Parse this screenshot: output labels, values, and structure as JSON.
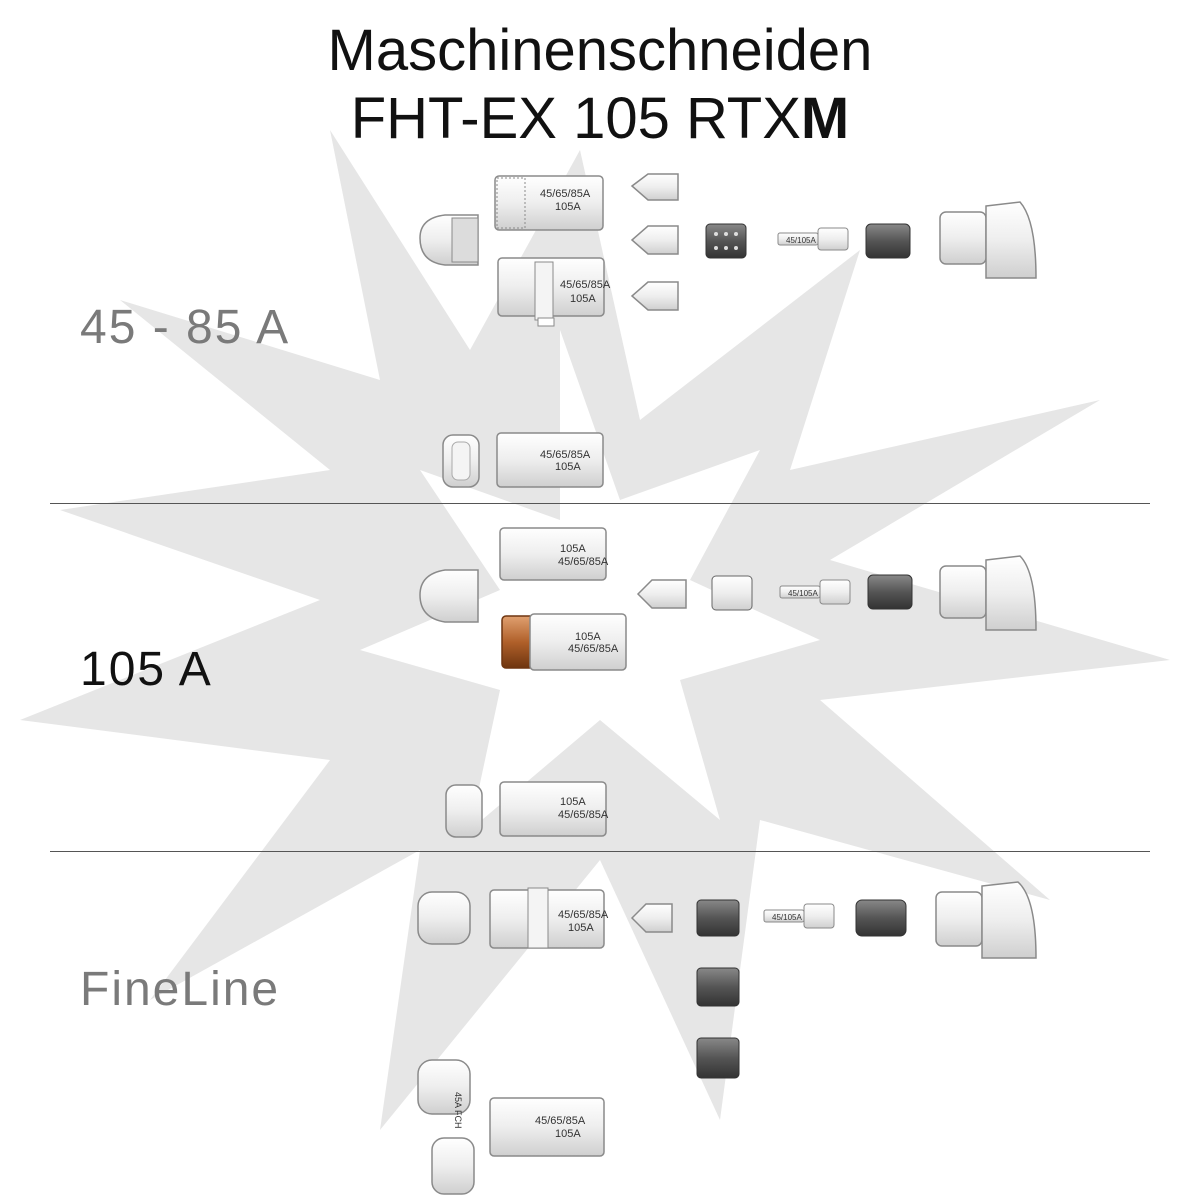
{
  "title": {
    "line1": "Maschinenschneiden",
    "line2_normal": "FHT-EX 105 RTX",
    "line2_bold": "M"
  },
  "sections": [
    {
      "label": "45 - 85 A",
      "color": "#7a7a7a"
    },
    {
      "label": "105 A",
      "color": "#111111"
    },
    {
      "label": "FineLine",
      "color": "#7a7a7a"
    }
  ],
  "part_labels": {
    "amp_45_85": "45/65/85A",
    "code_105": "105A",
    "amp_105": "105A",
    "amp_45_105": "45/105A",
    "tip_45a_fch": "45A FCH"
  },
  "colors": {
    "part_light": "#ececec",
    "part_outline": "#8a8a8a",
    "part_dark": "#4a4a4a",
    "copper": "#b0602a",
    "watermark": "#e3e3e3"
  }
}
